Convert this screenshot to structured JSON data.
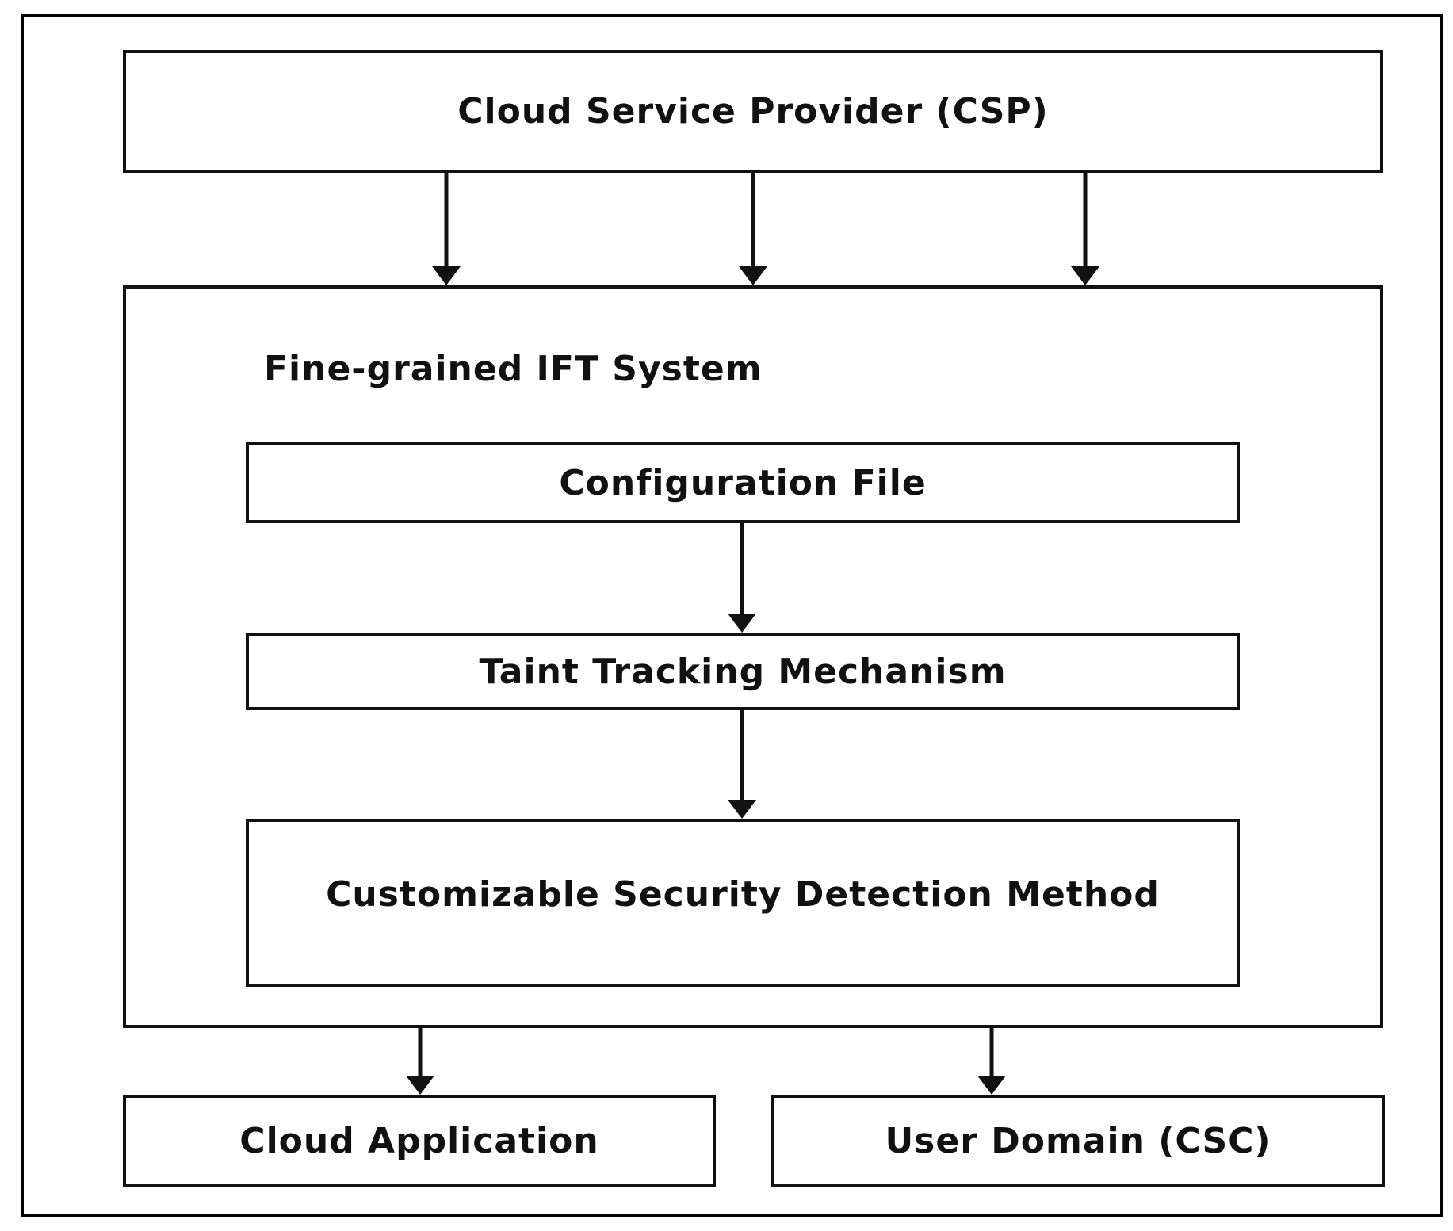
{
  "boxes": {
    "csp": "Cloud Service Provider (CSP)",
    "ift_system": "Fine-grained IFT System",
    "config_file": "Configuration File",
    "taint_tracking": "Taint Tracking Mechanism",
    "security_detection": "Customizable Security Detection Method",
    "cloud_application": "Cloud Application",
    "user_domain": "User Domain (CSC)"
  }
}
